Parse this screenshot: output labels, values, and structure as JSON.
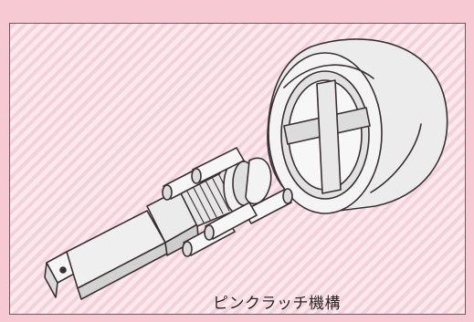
{
  "diagram": {
    "caption": "ピンクラッチ機構"
  },
  "colors": {
    "background": "#f6c9d3",
    "panel_stripe_light": "#fbe9ee",
    "panel_stripe_dark": "#f3d2da",
    "line": "#3a3034",
    "part_fill": "#f2f2f2",
    "shade": "#cfcfcf"
  },
  "icons": {
    "hammer": "clutch-hammer-case",
    "pins": "clutch-pins",
    "shaft": "anvil-shaft"
  }
}
